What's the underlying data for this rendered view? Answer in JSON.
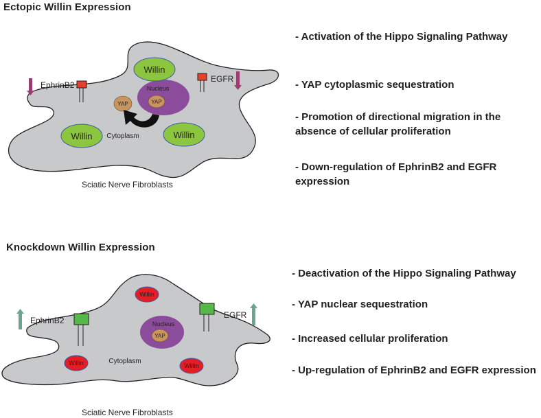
{
  "top": {
    "title": "Ectopic Willin Expression",
    "labels": {
      "ephrin": "EphrinB2",
      "egfr": "EGFR",
      "willin": "Willin",
      "nucleus": "Nucleus",
      "yap": "YAP",
      "cytoplasm": "Cytoplasm"
    },
    "caption": "Sciatic Nerve Fibroblasts",
    "bullets": [
      "- Activation of the Hippo Signaling Pathway",
      "- YAP cytoplasmic sequestration",
      "- Promotion of directional migration in the absence of cellular proliferation",
      "- Down-regulation of EphrinB2 and EGFR expression"
    ]
  },
  "bottom": {
    "title": "Knockdown Willin Expression",
    "labels": {
      "ephrin": "EphrinB2",
      "egfr": "EGFR",
      "willin": "Willin",
      "nucleus": "Nucleus",
      "yap": "YAP",
      "cytoplasm": "Cytoplasm"
    },
    "caption": "Sciatic Nerve Fibroblasts",
    "bullets": [
      "- Deactivation of the Hippo Signaling Pathway",
      "- YAP nuclear sequestration",
      "- Increased cellular proliferation",
      "- Up-regulation of EphrinB2 and EGFR expression"
    ]
  },
  "colors": {
    "cell_fill": "#c8c9cb",
    "willin_green": "#8cc63f",
    "willin_red": "#e31e24",
    "nucleus_purple": "#8b4c9c",
    "yap_tan": "#c8945f",
    "receptor_red": "#e8402a",
    "receptor_green": "#56b848",
    "arrow_down": "#9b3d72",
    "arrow_up": "#6ca58f"
  }
}
